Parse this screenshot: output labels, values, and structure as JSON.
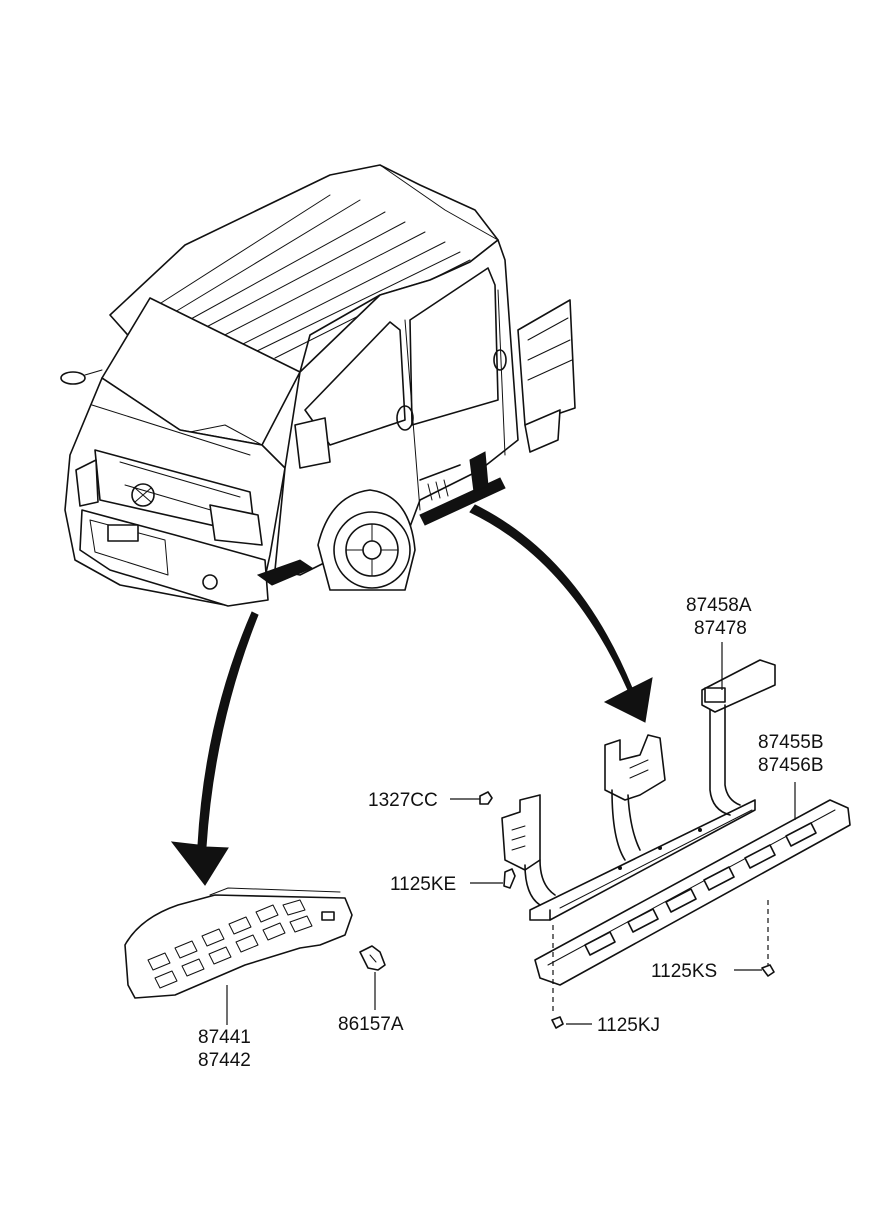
{
  "parts": {
    "bracket_upper": [
      "87458A",
      "87478"
    ],
    "step_pad_rear": [
      "87455B",
      "87456B"
    ],
    "nut": "1327CC",
    "bolt_bracket": "1125KE",
    "screw_rear": "1125KS",
    "screw_front": "1125KJ",
    "front_step_pad": [
      "87441",
      "87442"
    ],
    "clip": "86157A"
  }
}
